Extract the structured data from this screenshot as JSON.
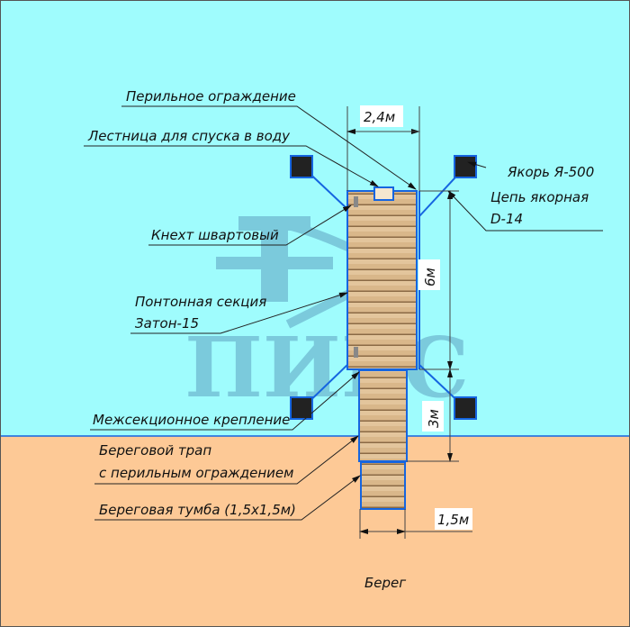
{
  "title": "Схема пирса",
  "watermark": "ПИРС",
  "colors": {
    "water": "#9ffcfd",
    "shore": "#fdc996",
    "outline": "#1565e0",
    "anchor": "#222222"
  },
  "labels": {
    "railing": "Перильное ограждение",
    "ladder": "Лестница для спуска в воду",
    "anchor": "Якорь Я-500",
    "chain_1": "Цепь якорная",
    "chain_2": "D-14",
    "cleat": "Кнехт швартовый",
    "pontoon_1": "Понтонная секция",
    "pontoon_2": "Затон-15",
    "joint": "Межсекционное крепление",
    "gangway_1": "Береговой трап",
    "gangway_2": "с перильным ограждением",
    "bollard": "Береговая тумба (1,5х1,5м)",
    "shore": "Берег"
  },
  "dimensions": {
    "width": "2,4м",
    "pontoon_length": "6м",
    "gangway_length": "3м",
    "gangway_width": "1,5м"
  }
}
